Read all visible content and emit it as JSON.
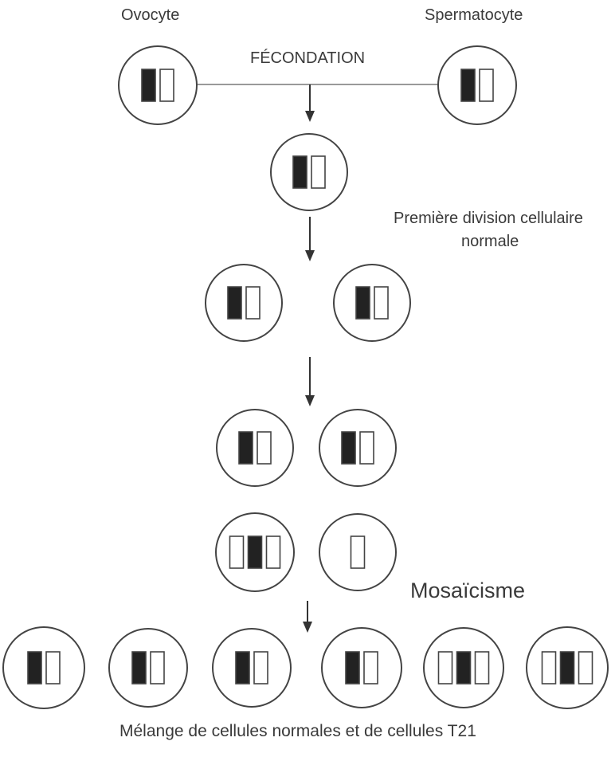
{
  "labels": {
    "ovocyte": "Ovocyte",
    "spermatocyte": "Spermatocyte",
    "fecondation": "FÉCONDATION",
    "premiere_line1": "Première division cellulaire",
    "premiere_line2": "normale",
    "mosaicisme": "Mosaïcisme",
    "melange": "Mélange de cellules normales et de cellules T21"
  },
  "colors": {
    "stroke": "#444444",
    "dark_chromosome": "#222222",
    "light_chromosome": "#ffffff",
    "connector": "#9a9a9a"
  },
  "cells": [
    {
      "id": "cell-ovocyte",
      "chromosomes": [
        "dark",
        "light"
      ]
    },
    {
      "id": "cell-spermatocyte",
      "chromosomes": [
        "dark",
        "light"
      ]
    },
    {
      "id": "cell-zygote",
      "chromosomes": [
        "dark",
        "light"
      ]
    },
    {
      "id": "cell-gen2-left",
      "chromosomes": [
        "dark",
        "light"
      ]
    },
    {
      "id": "cell-gen2-right",
      "chromosomes": [
        "dark",
        "light"
      ]
    },
    {
      "id": "cell-gen3-topleft",
      "chromosomes": [
        "dark",
        "light"
      ]
    },
    {
      "id": "cell-gen3-topright",
      "chromosomes": [
        "dark",
        "light"
      ]
    },
    {
      "id": "cell-gen3-trisomic",
      "chromosomes": [
        "light",
        "dark",
        "light"
      ]
    },
    {
      "id": "cell-gen3-monosomic",
      "chromosomes": [
        "light"
      ]
    },
    {
      "id": "cell-final-1",
      "chromosomes": [
        "dark",
        "light"
      ]
    },
    {
      "id": "cell-final-2",
      "chromosomes": [
        "dark",
        "light"
      ]
    },
    {
      "id": "cell-final-3",
      "chromosomes": [
        "dark",
        "light"
      ]
    },
    {
      "id": "cell-final-4",
      "chromosomes": [
        "dark",
        "light"
      ]
    },
    {
      "id": "cell-final-5",
      "chromosomes": [
        "light",
        "dark",
        "light"
      ]
    },
    {
      "id": "cell-final-6",
      "chromosomes": [
        "light",
        "dark",
        "light"
      ]
    }
  ]
}
